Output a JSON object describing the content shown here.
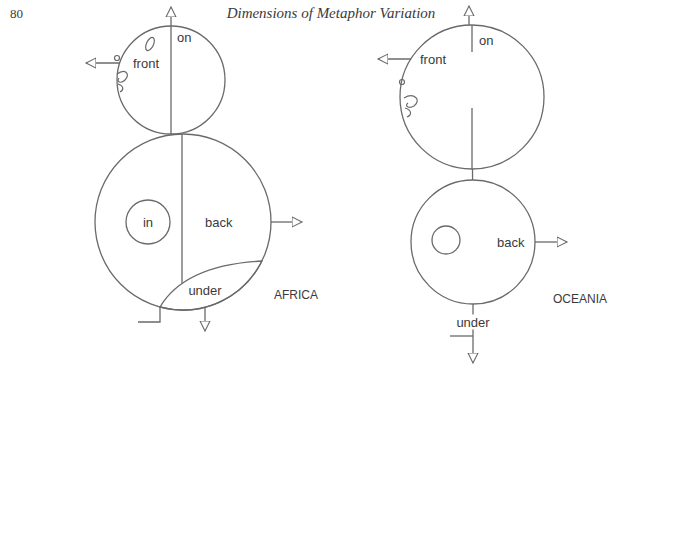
{
  "diagram": {
    "title": "Dimensions of Metaphor Variation",
    "nodes": [
      {
        "text": [
          "on",
          "front"
        ]
      },
      {
        "text": [
          "back"
        ]
      },
      {
        "text": [
          "in"
        ],
        "in": 1
      },
      {
        "text": [
          "under"
        ],
        "in": 1
      },
      {
        "text": [
          "on",
          "front"
        ]
      },
      {
        "text": [
          "back"
        ]
      }
    ],
    "edges": [
      {
        "from": 4,
        "to": 5,
        "arrow": "none"
      }
    ],
    "labels": [
      "80",
      "AFRICA",
      "OCEANIA",
      "under"
    ]
  }
}
